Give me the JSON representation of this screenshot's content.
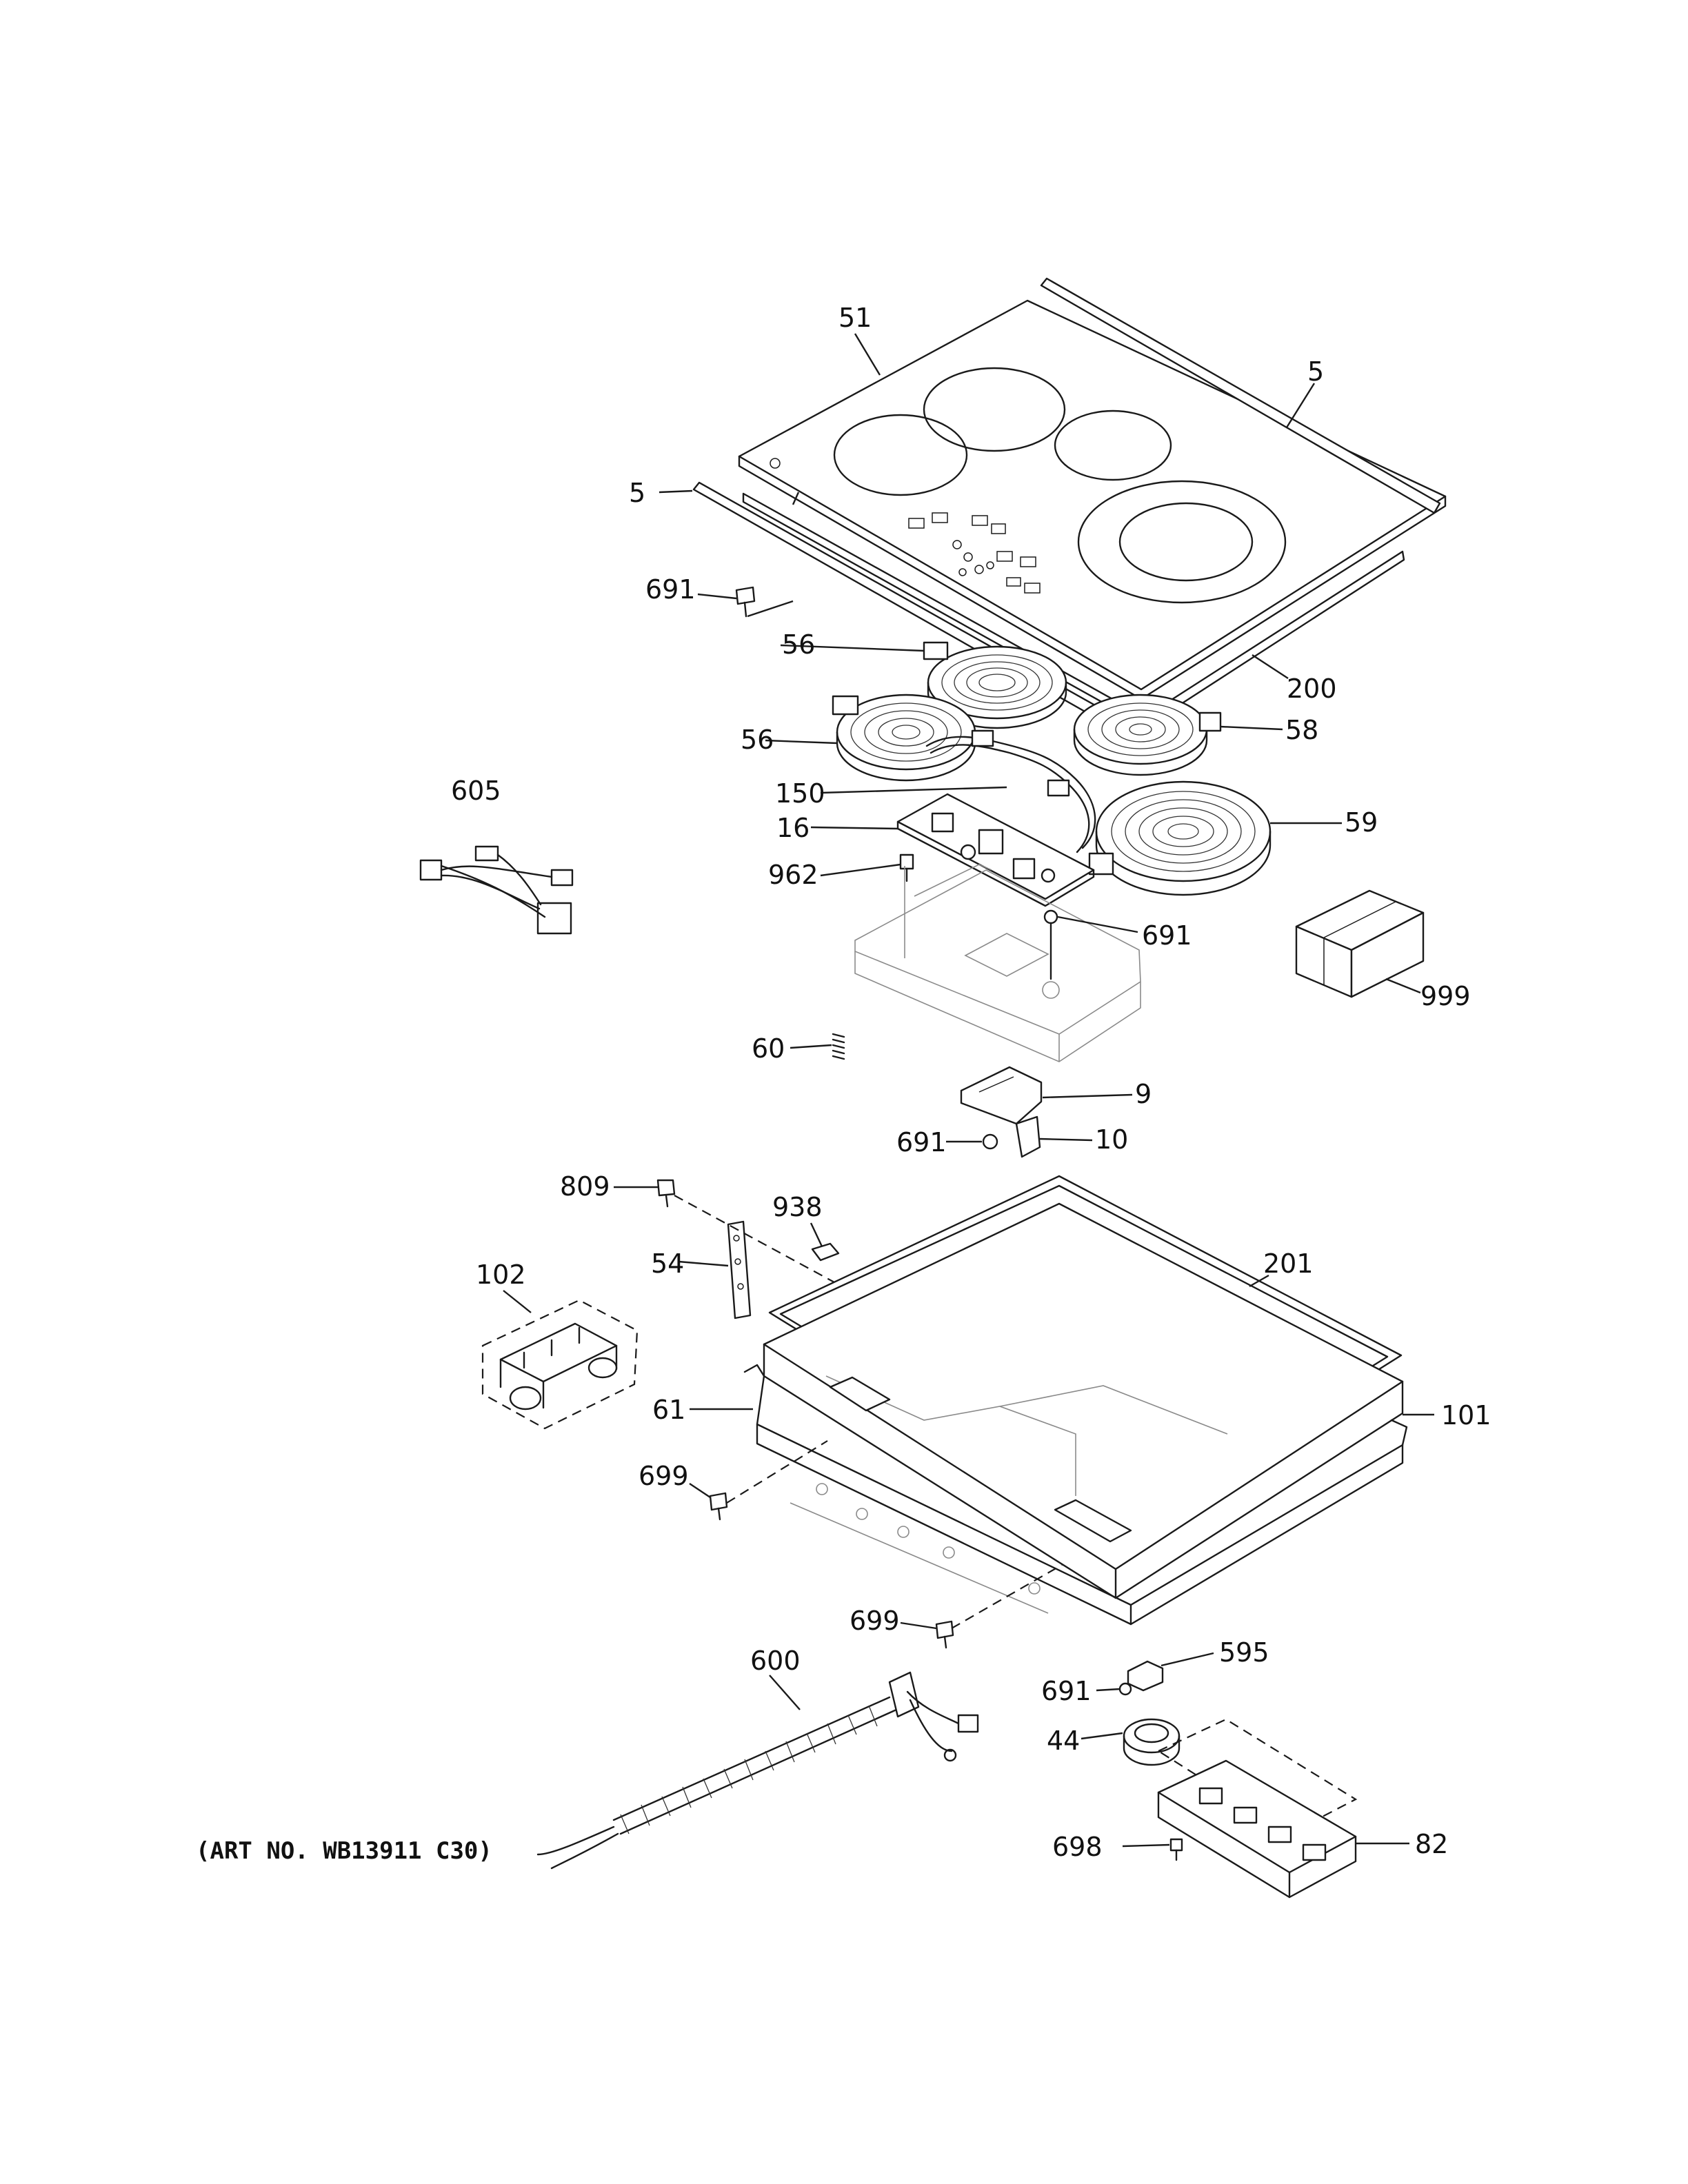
{
  "caption": "(ART NO. WB13911 C30)",
  "labels": {
    "p51": "51",
    "p5_right": "5",
    "p5_left": "5",
    "p691_top": "691",
    "p56_upper": "56",
    "p200": "200",
    "p56_lower": "56",
    "p58": "58",
    "p605": "605",
    "p150": "150",
    "p59": "59",
    "p16": "16",
    "p962": "962",
    "p691_mid": "691",
    "p999": "999",
    "p60": "60",
    "p9": "9",
    "p691_low": "691",
    "p10": "10",
    "p809": "809",
    "p938": "938",
    "p102": "102",
    "p54": "54",
    "p201": "201",
    "p61": "61",
    "p101": "101",
    "p699_upper": "699",
    "p699_lower": "699",
    "p595": "595",
    "p600": "600",
    "p691_bottom": "691",
    "p44": "44",
    "p698": "698",
    "p82": "82"
  }
}
